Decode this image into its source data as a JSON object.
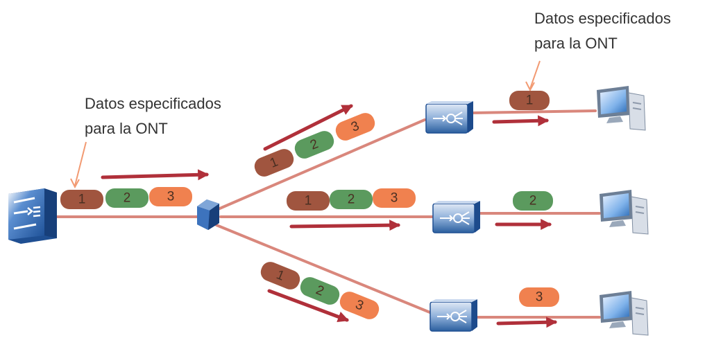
{
  "annotations": {
    "left_label_line1": "Datos especificados",
    "left_label_line2": "para la ONT",
    "right_label_line1": "Datos especificados",
    "right_label_line2": "para la ONT"
  },
  "packets": {
    "p1": "1",
    "p2": "2",
    "p3": "3"
  },
  "colors": {
    "fiber": "#d9877c",
    "arrow": "#b0303a",
    "packet_1": "#a0553f",
    "packet_2": "#5b9a5e",
    "packet_3": "#f0814f",
    "device_blue": "#2a6fb8",
    "callout": "#f29a72"
  },
  "icons": {
    "olt": "olt-icon",
    "splitter": "splitter-icon",
    "ont": "ont-icon",
    "pc": "computer-icon"
  }
}
